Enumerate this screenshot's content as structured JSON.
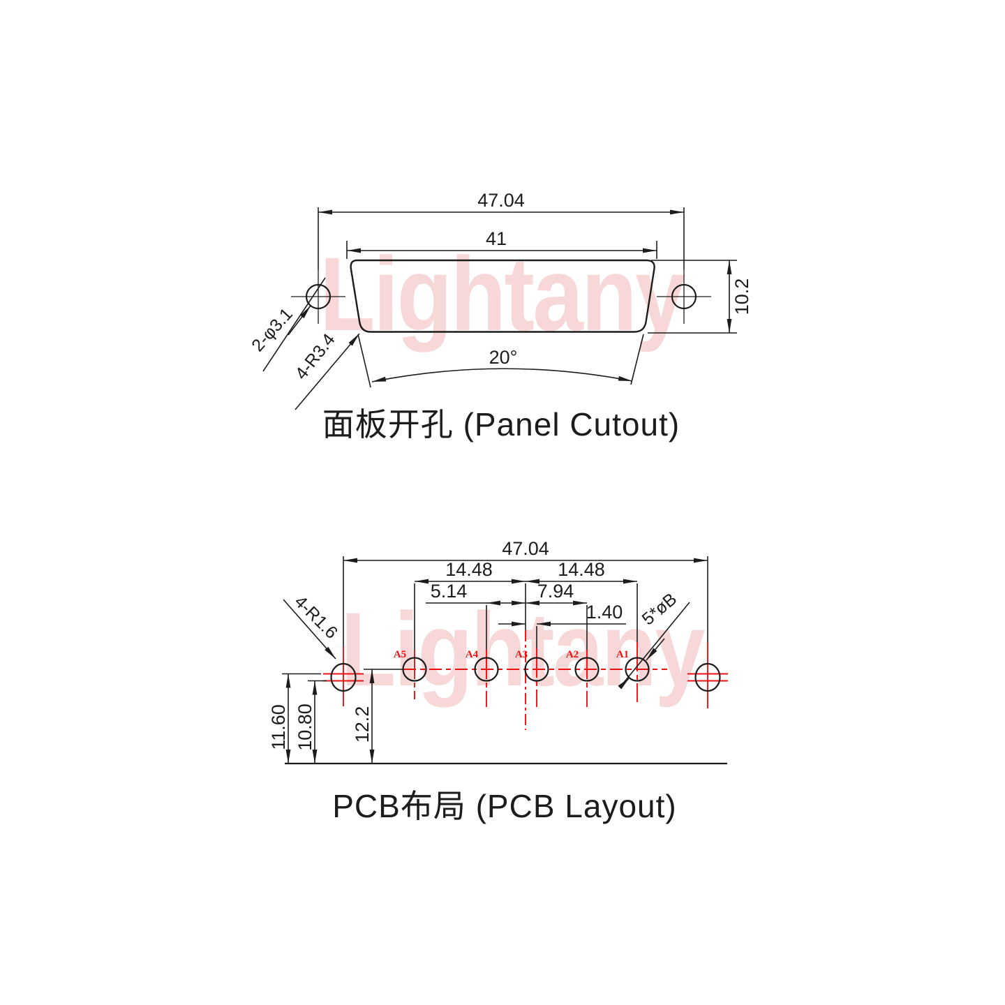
{
  "watermark": {
    "text": "Lightany"
  },
  "colors": {
    "line": "#1c1c1c",
    "accent_red": "#ee1111",
    "watermark_pink": "#f7d7d7"
  },
  "panel_cutout": {
    "title": "面板开孔 (Panel Cutout)",
    "dim_overall_width": "47.04",
    "dim_body_width": "41",
    "dim_height": "10.2",
    "dim_angle": "20°",
    "label_mount_holes": "2-φ3.1",
    "label_corner_radius": "4-R3.4"
  },
  "pcb_layout": {
    "title": "PCB布局 (PCB Layout)",
    "dim_overall_width": "47.04",
    "dim_pitch_left": "14.48",
    "dim_pitch_right": "14.48",
    "dim_a4_offset": "5.14",
    "dim_a2_offset": "7.94",
    "dim_a3_offset": "1.40",
    "dim_row_height": "12.2",
    "dim_mount_line_lower": "10.80",
    "dim_mount_line_upper": "11.60",
    "label_corner_radius": "4-R1.6",
    "label_hole_dia": "5*øB",
    "pin_labels": [
      "A5",
      "A4",
      "A3",
      "A2",
      "A1"
    ]
  }
}
